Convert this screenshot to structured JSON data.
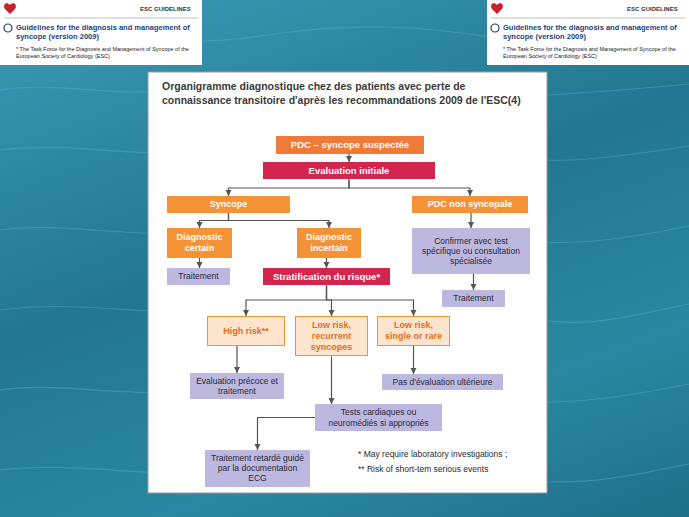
{
  "diagram": {
    "title": "Organigramme diagnostique chez des patients avec perte de connaissance transitoire d'après les recommandations 2009 de l'ESC(4)",
    "nodes": [
      {
        "text": [
          "PDC – syncope suspectée"
        ]
      },
      {
        "text": [
          "Evaluation initiale"
        ]
      },
      {
        "text": [
          "Syncope"
        ]
      },
      {
        "text": [
          "PDC non syncopale"
        ]
      },
      {
        "text": [
          "Diagnostic certain"
        ]
      },
      {
        "text": [
          "Diagnostic incertain"
        ]
      },
      {
        "text": [
          "Confirmer avec test spécifique ou consultation spécialisée"
        ]
      },
      {
        "text": [
          "Traitement"
        ]
      },
      {
        "text": [
          "Stratification du risque*"
        ]
      },
      {
        "text": [
          "Traitement"
        ]
      },
      {
        "text": [
          "High risk**"
        ]
      },
      {
        "text": [
          "Low risk, recurrent syncopes"
        ]
      },
      {
        "text": [
          "Low risk, single or rare"
        ]
      },
      {
        "text": [
          "Evaluation précoce et traitement"
        ]
      },
      {
        "text": [
          "Pas d'évaluation ultérieure"
        ]
      },
      {
        "text": [
          "Tests cardiaques ou neuromédiés si appropriés"
        ]
      },
      {
        "text": [
          "Traitement retardé guidé par la documentation ECG"
        ]
      }
    ],
    "edges": [
      {
        "from": 0,
        "to": 1,
        "arrow": "to"
      },
      {
        "from": 1,
        "to": 2,
        "arrow": "to"
      },
      {
        "from": 1,
        "to": 3,
        "arrow": "to"
      },
      {
        "from": 2,
        "to": 4,
        "arrow": "to"
      },
      {
        "from": 2,
        "to": 5,
        "arrow": "to"
      },
      {
        "from": 3,
        "to": 6,
        "arrow": "to"
      },
      {
        "from": 4,
        "to": 7,
        "arrow": "to"
      },
      {
        "from": 5,
        "to": 8,
        "arrow": "to"
      },
      {
        "from": 6,
        "to": 9,
        "arrow": "to"
      },
      {
        "from": 8,
        "to": 10,
        "arrow": "to"
      },
      {
        "from": 8,
        "to": 11,
        "arrow": "to"
      },
      {
        "from": 8,
        "to": 12,
        "arrow": "to"
      },
      {
        "from": 10,
        "to": 13,
        "arrow": "to"
      },
      {
        "from": 11,
        "to": 15,
        "arrow": "to"
      },
      {
        "from": 12,
        "to": 14,
        "arrow": "to"
      },
      {
        "from": 15,
        "to": 16,
        "arrow": "to"
      }
    ],
    "labels": [
      "ESC GUIDELINES",
      "Guidelines for the diagnosis and management of syncope (version 2009)",
      "* The Task Force for the Diagnosis and Management of Syncope of the European Society of Cardiology (ESC)",
      "ESC GUIDELINES",
      "Guidelines for the diagnosis and management of syncope (version 2009)",
      "* The Task Force for the Diagnosis and Management of Syncope of the European Society of Cardiology (ESC)",
      "* May require laboratory investigations ;",
      "** Risk of short-tem serious events"
    ]
  }
}
